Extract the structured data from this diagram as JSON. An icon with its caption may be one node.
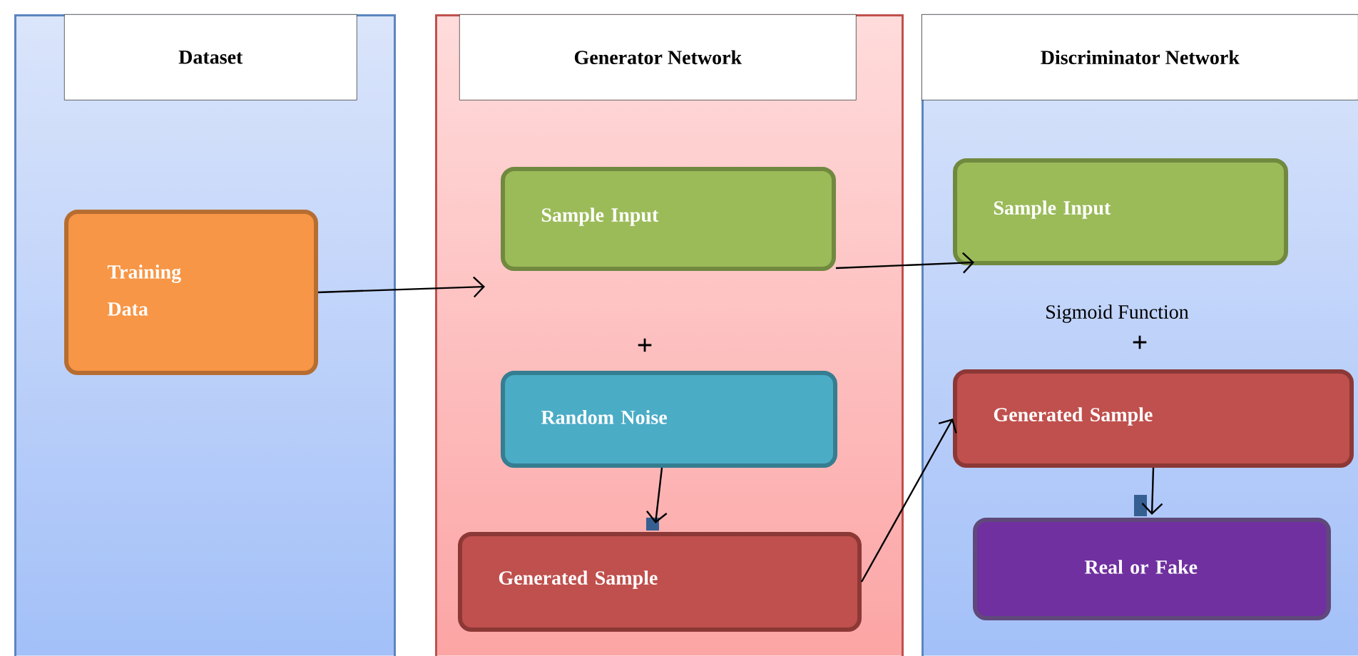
{
  "diagram": {
    "nodes": [
      {
        "text": [
          "Dataset"
        ]
      },
      {
        "text": [
          "Training Data"
        ],
        "in": 0
      },
      {
        "text": [
          "Generator Network"
        ]
      },
      {
        "text": [
          "Sample Input"
        ],
        "in": 2
      },
      {
        "text": [
          "Random Noise"
        ],
        "in": 2
      },
      {
        "text": [
          "Generated Sample"
        ],
        "in": 2
      },
      {
        "text": [
          "Discriminator Network"
        ]
      },
      {
        "text": [
          "Sample Input"
        ],
        "in": 6
      },
      {
        "text": [
          "Generated Sample"
        ],
        "in": 6
      },
      {
        "text": [
          "Real or Fake"
        ],
        "in": 6
      }
    ],
    "edges": [
      {
        "from": 1,
        "to": 3,
        "arrow": "to"
      },
      {
        "from": 3,
        "to": 7,
        "arrow": "to"
      },
      {
        "from": 4,
        "to": 5,
        "arrow": "to"
      },
      {
        "from": 5,
        "to": 8,
        "arrow": "to"
      },
      {
        "from": 8,
        "to": 9,
        "arrow": "to"
      }
    ],
    "labels": [
      "+",
      "Sigmoid Function",
      "+"
    ]
  }
}
